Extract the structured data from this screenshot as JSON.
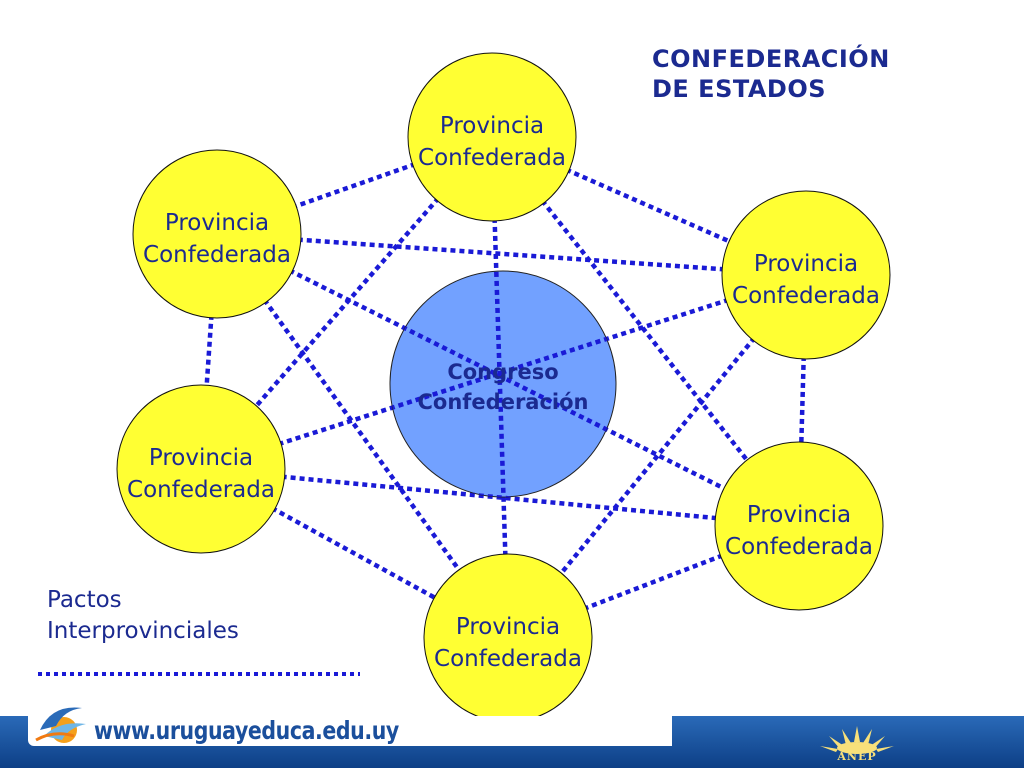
{
  "title": {
    "line1": "CONFEDERACIÓN",
    "line2": "DE ESTADOS"
  },
  "center": {
    "line1": "Congreso",
    "line2": "Confederación"
  },
  "province_label": {
    "line1": "Provincia",
    "line2": "Confederada"
  },
  "legend": {
    "line1": "Pactos",
    "line2": "Interprovinciales"
  },
  "footer": {
    "url": "www.uruguayeduca.edu.uy",
    "agency": "ANEP"
  },
  "colors": {
    "province_fill": "#ffff33",
    "center_fill": "#6699ff",
    "connection_line": "#1a1ad6",
    "text": "#1b2a90",
    "footer_bar": "#0d3f86"
  },
  "icons": [
    "sun-logo-icon",
    "anep-sun-icon"
  ]
}
